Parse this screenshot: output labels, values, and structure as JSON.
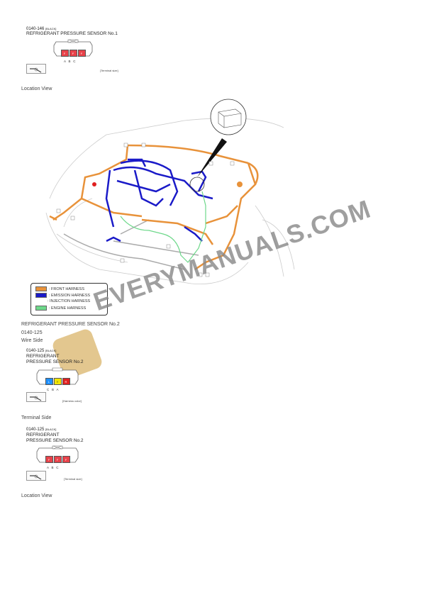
{
  "section1": {
    "code": "0140-146",
    "color_tag": "[BLACK]",
    "title": "REFRIGERANT PRESSURE SENSOR No.1",
    "pins": [
      "F",
      "F",
      "F"
    ],
    "pin_letters": "A   B   C",
    "note": "[Terminal size]",
    "location_label": "Location View"
  },
  "legend": {
    "items": [
      {
        "label": ": FRONT HARNESS",
        "color": "#e8923a"
      },
      {
        "label": ": EMISSION HARNESS",
        "color": "#1a1ac8"
      },
      {
        "label": ": INJECTION HARNESS",
        "color": ""
      },
      {
        "label": ": ENGINE HARNESS",
        "color": "#6dd88a"
      }
    ]
  },
  "section2": {
    "heading": "REFRIGERANT PRESSURE SENSOR No.2",
    "code_line": "0140-125",
    "wire_side_label": "Wire Side",
    "wire_side": {
      "code": "0140-125",
      "color_tag": "[BLACK]",
      "title_line1": "REFRIGERANT",
      "title_line2": "PRESSURE SENSOR No.2",
      "pins": [
        {
          "label": "L",
          "color": "#1e90ff"
        },
        {
          "label": "Y",
          "color": "#f2e600"
        },
        {
          "label": "R",
          "color": "#e02020"
        }
      ],
      "pin_letters": "C   B   A",
      "note": "[Harness color]"
    },
    "terminal_side_label": "Terminal Side",
    "terminal_side": {
      "code": "0140-125",
      "color_tag": "[BLACK]",
      "title_line1": "REFRIGERANT",
      "title_line2": "PRESSURE SENSOR No.2",
      "pins": [
        "F",
        "F",
        "F"
      ],
      "pin_letters": "A   B   C",
      "note": "[Terminal size]"
    },
    "location_label": "Location View"
  },
  "watermark": {
    "text": "EVERYMANUALS.COM"
  },
  "colors": {
    "terminal_pin": "#e8424a",
    "front": "#e8923a",
    "emission": "#1a1ac8",
    "engine": "#6dd88a"
  }
}
